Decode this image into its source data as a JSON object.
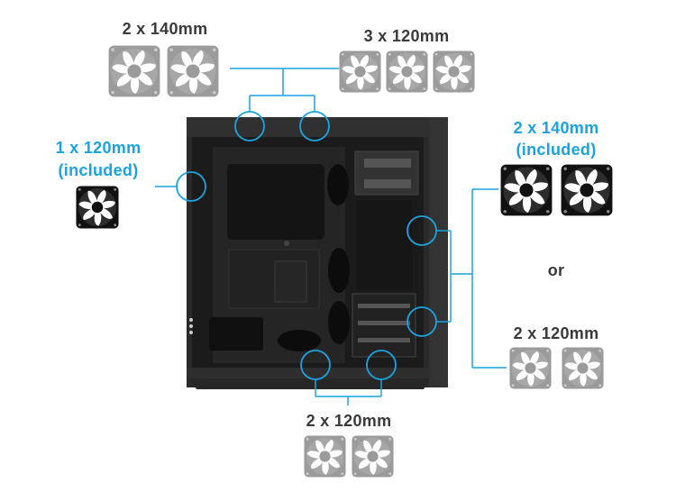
{
  "colors": {
    "accent": "#1aa3e0",
    "fan_gray": "#9b9b9b",
    "fan_black": "#111111",
    "text": "#3a3a3a"
  },
  "top_left": {
    "label": "2 x 140mm",
    "fan_count": 2
  },
  "top_right": {
    "label": "3 x 120mm",
    "fan_count": 3
  },
  "rear": {
    "label": "1 x 120mm",
    "sublabel": "(included)",
    "fan_count": 1
  },
  "front_included": {
    "label": "2 x 140mm",
    "sublabel": "(included)",
    "fan_count": 2
  },
  "front_or": {
    "label": "or"
  },
  "front_alt": {
    "label": "2 x 120mm",
    "fan_count": 2
  },
  "bottom": {
    "label": "2 x 120mm",
    "fan_count": 2
  }
}
